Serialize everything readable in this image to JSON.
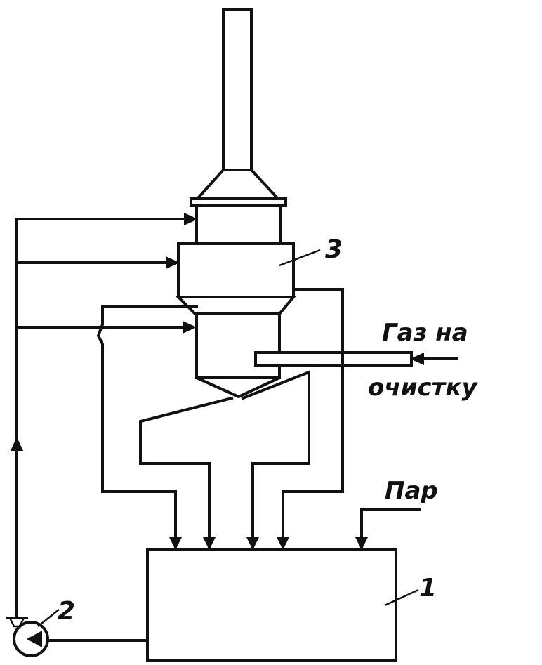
{
  "labels": {
    "tank_number": "1",
    "pump_number": "2",
    "column_number": "3",
    "gas_line_1": "Газ на",
    "gas_line_2": "очистку",
    "steam": "Пар"
  },
  "colors": {
    "line": "#111111",
    "background": "#ffffff"
  }
}
